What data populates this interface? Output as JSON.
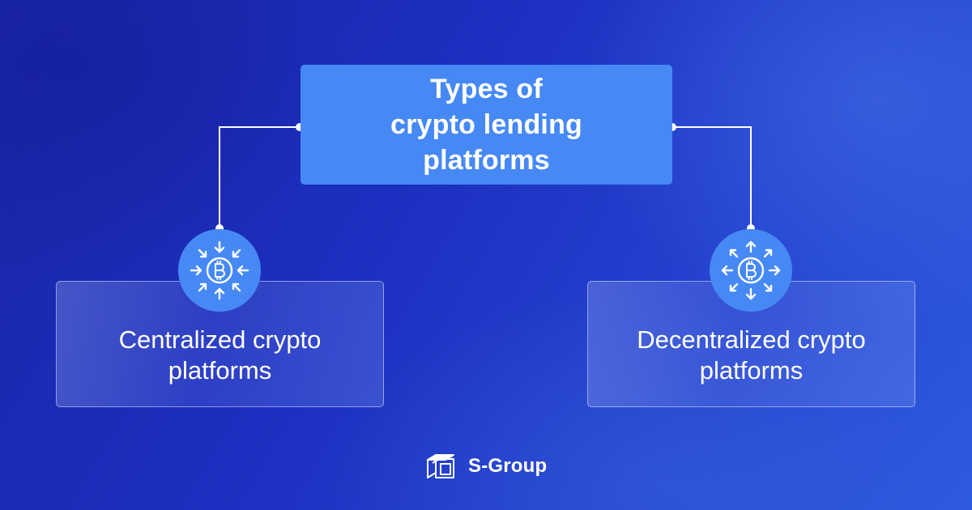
{
  "diagram": {
    "root": {
      "title_lines": [
        "Types of",
        "crypto lending",
        "platforms"
      ]
    },
    "children": [
      {
        "id": "centralized",
        "label_lines": [
          "Centralized crypto",
          "platforms"
        ],
        "icon": "bitcoin-arrows-inward-icon"
      },
      {
        "id": "decentralized",
        "label_lines": [
          "Decentralized crypto",
          "platforms"
        ],
        "icon": "bitcoin-arrows-outward-icon"
      }
    ]
  },
  "brand": {
    "name": "S-Group",
    "logo": "s-group-logo"
  },
  "colors": {
    "accent": "#4689f4",
    "background_dark": "#1a26a8",
    "background_light": "#2e5ae0",
    "text": "#ffffff"
  }
}
